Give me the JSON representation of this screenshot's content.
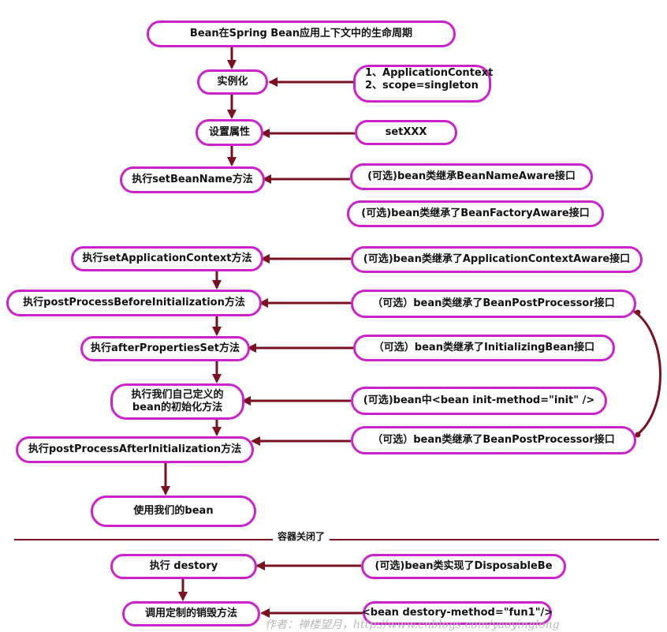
{
  "lifecycle": {
    "title": "Bean在Spring Bean应用上下文中的生命周期",
    "instantiate": "实例化",
    "set_properties": "设置属性",
    "set_bean_name": "执行setBeanName方法",
    "set_application_context": "执行setApplicationContext方法",
    "post_process_before": "执行postProcessBeforeInitialization方法",
    "after_properties_set": "执行afterPropertiesSet方法",
    "custom_init_line1": "执行我们自己定义的",
    "custom_init_line2": "bean的初始化方法",
    "post_process_after": "执行postProcessAfterInitialization方法",
    "use_bean": "使用我们的bean",
    "destroy": "执行 destory",
    "custom_destroy": "调用定制的销毁方法"
  },
  "conditions": {
    "instantiate_line1": "1、ApplicationContext",
    "instantiate_line2": "2、scope=singleton",
    "set_xxx": "setXXX",
    "bean_name_aware": "(可选)bean类继承BeanNameAware接口",
    "bean_factory_aware": "(可选)bean类继承了BeanFactoryAware接口",
    "application_context_aware": "(可选)bean类继承了ApplicationContextAware接口",
    "bean_post_processor_before": "（可选）bean类继承了BeanPostProcessor接口",
    "initializing_bean": "（可选）bean类继承了InitializingBean接口",
    "init_method": "(可选)bean中<bean init-method=\"init\" />",
    "bean_post_processor_after": "（可选）bean类继承了BeanPostProcessor接口",
    "disposable_bean": "(可选)bean类实现了DisposableBe",
    "destroy_method": "<bean destory-method=\"fun1\"/>"
  },
  "divider_label": "容器关闭了",
  "watermark": "作者：禅楼望月，http://www.cnblogs.com/yaoyinglong",
  "colors": {
    "node_border": "#cc22cc",
    "arrow": "#7a1020",
    "divider": "#7a1020"
  }
}
